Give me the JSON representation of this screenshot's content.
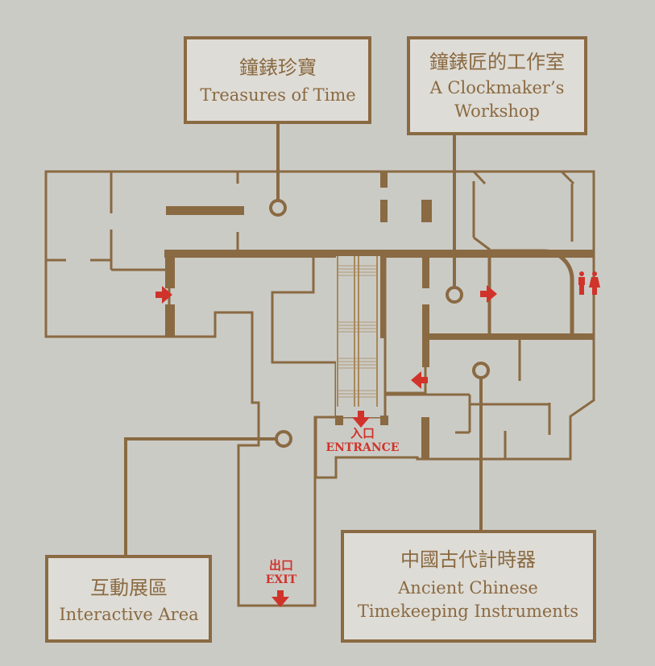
{
  "title": "Museum floor plan",
  "colors": {
    "background": "#cbcbc6",
    "wall": "#8a6a42",
    "treasures_zone": "#ffe32c",
    "interactive_zone": "#ffbf5e",
    "workshop_zone": "#b2d8d2",
    "ancient_zone": "#c6c96a",
    "signage_red": "#d0332a",
    "label_box": "#dedcd6"
  },
  "labels": {
    "treasures": {
      "zh": "鐘錶珍寶",
      "en": "Treasures of Time"
    },
    "workshop": {
      "zh": "鐘錶匠的工作室",
      "en_line1": "A Clockmaker’s",
      "en_line2": "Workshop"
    },
    "interactive": {
      "zh": "互動展區",
      "en": "Interactive Area"
    },
    "ancient": {
      "zh": "中國古代計時器",
      "en_line1": "Ancient Chinese",
      "en_line2": "Timekeeping Instruments"
    }
  },
  "entrance": {
    "zh": "入口",
    "en": "ENTRANCE"
  },
  "exit": {
    "zh": "出口",
    "en": "EXIT"
  },
  "icons": [
    "arrow-icon",
    "restroom-icon",
    "escalator-icon",
    "location-pin-icon"
  ]
}
